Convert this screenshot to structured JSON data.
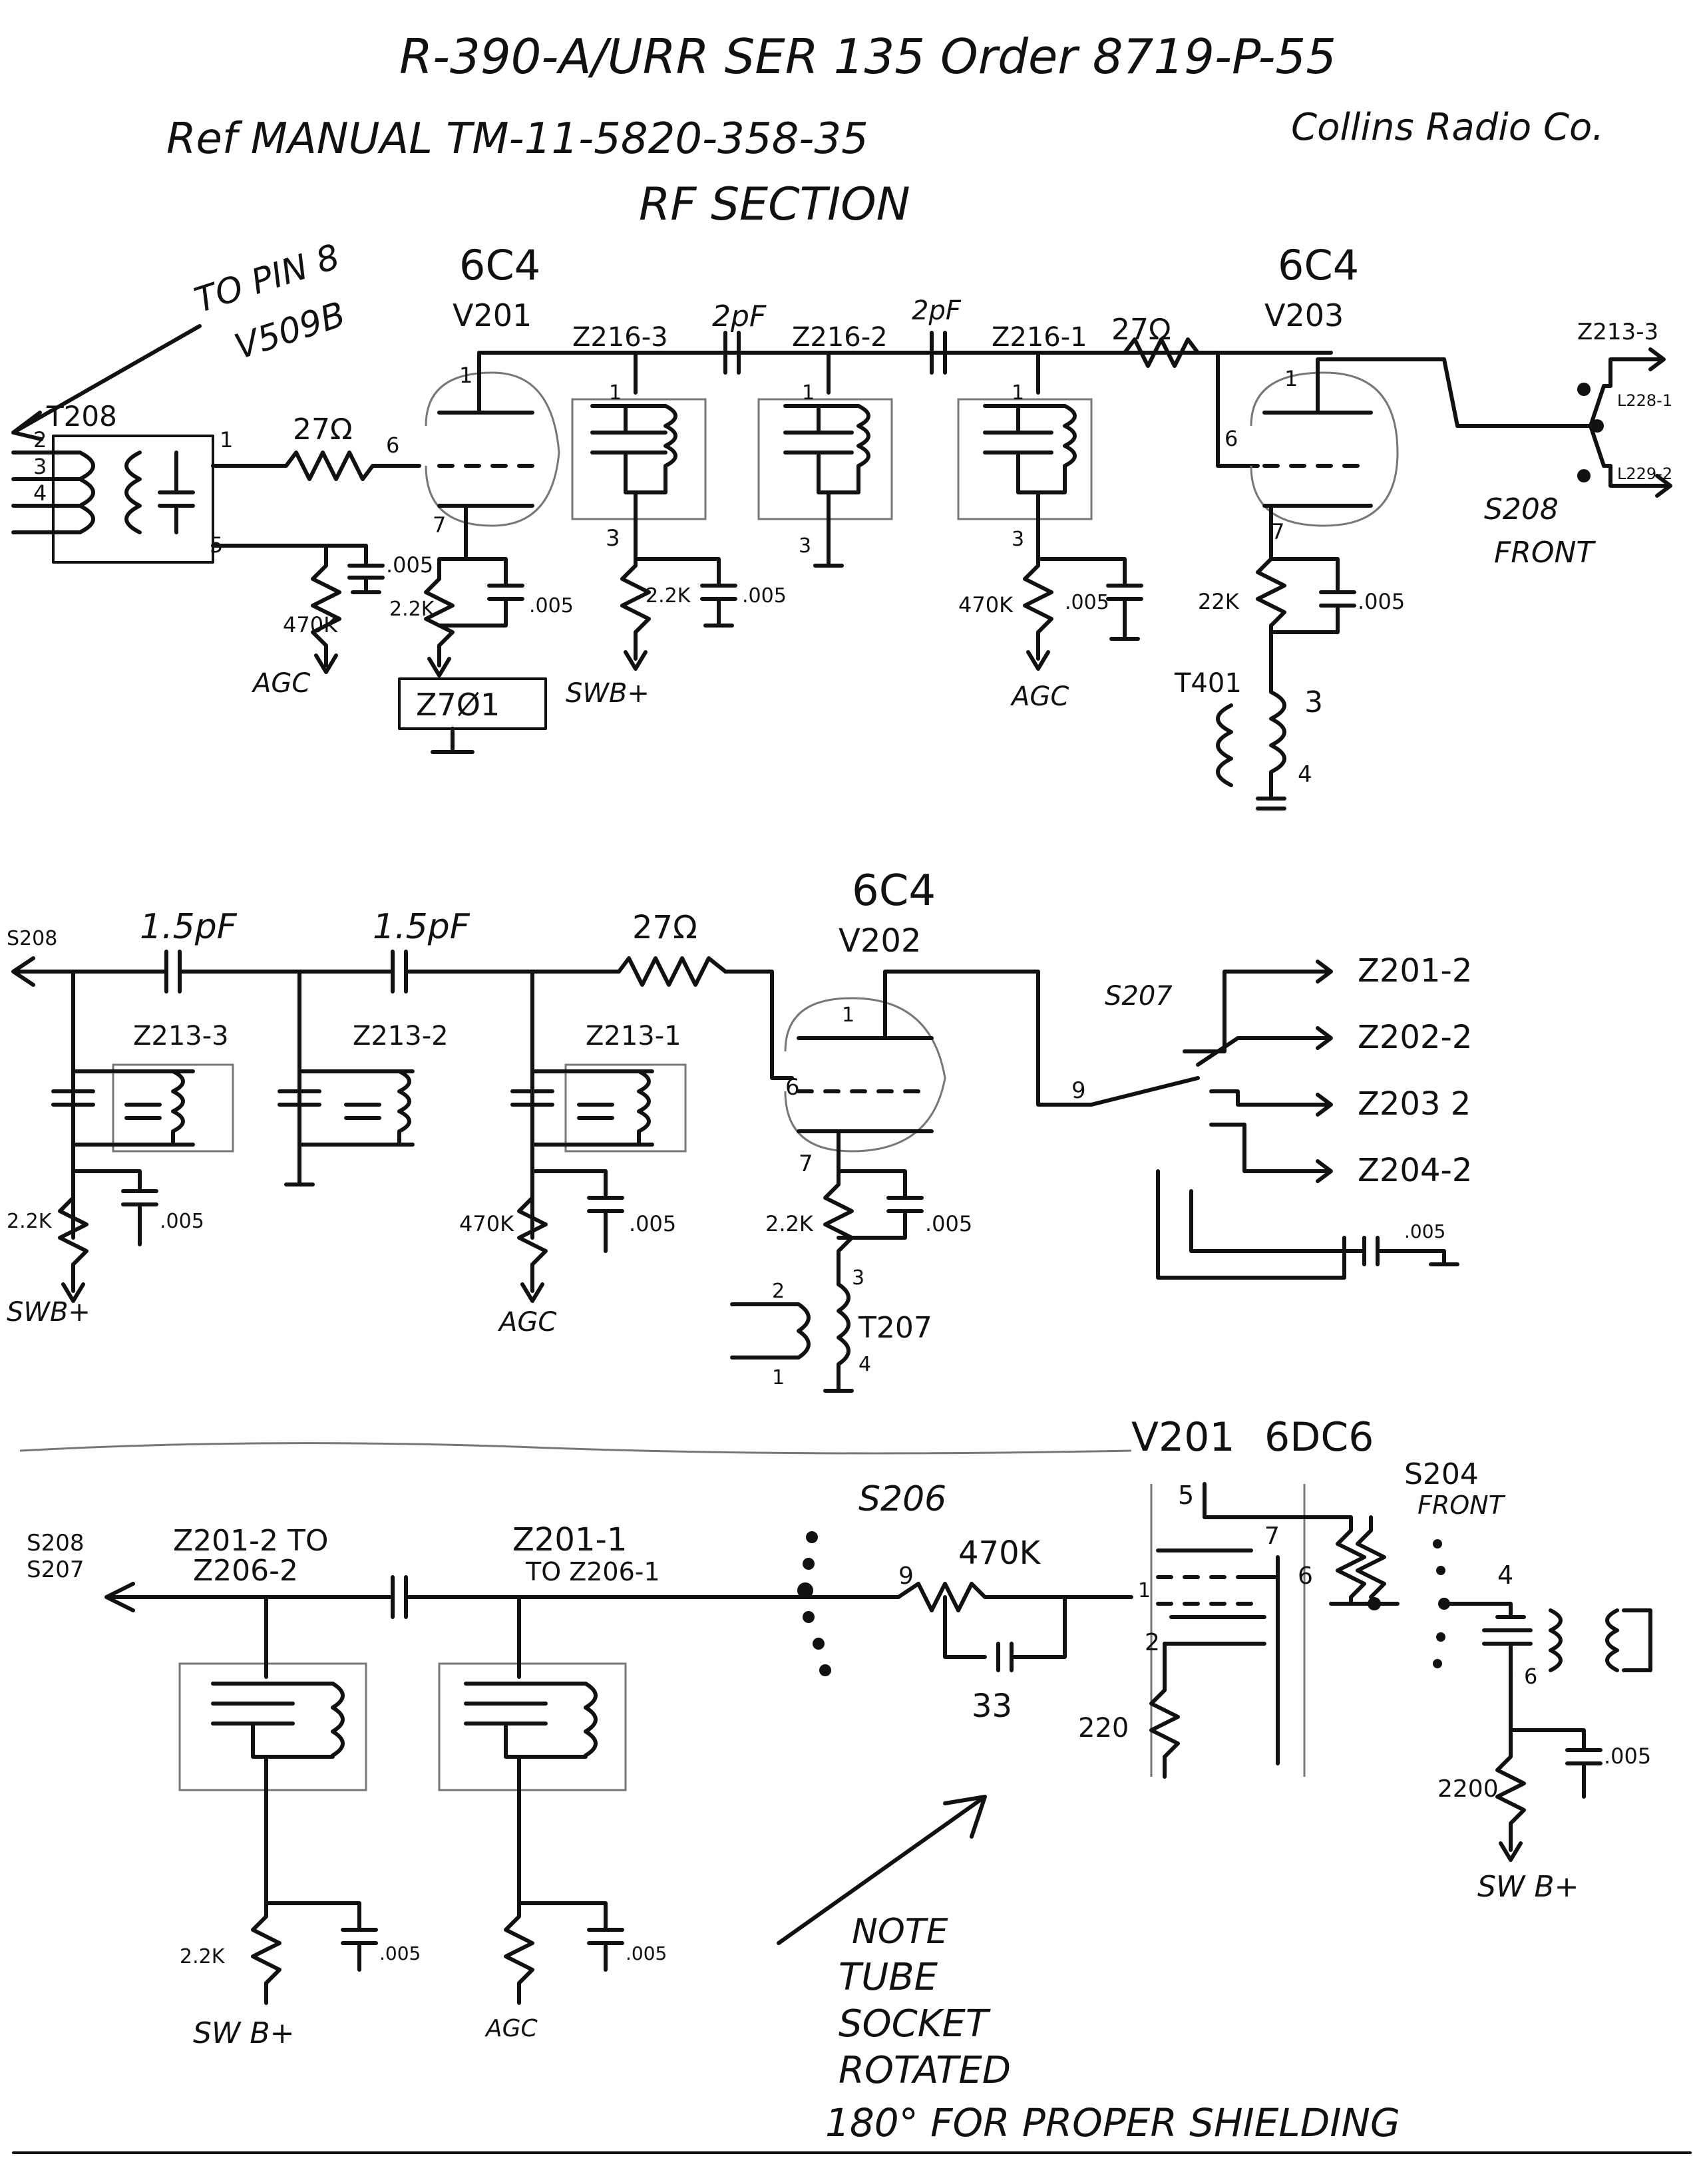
{
  "header": {
    "line1": "R-390-A/URR   SER 135   Order 8719-P-55",
    "line2": "Ref MANUAL  TM-11-5820-358-35",
    "maker": "Collins Radio Co.",
    "line3": "RF SECTION"
  },
  "top": {
    "to_pin": "TO PIN 8",
    "to_pin2": "V509B",
    "t208": "T208",
    "t208_pins": [
      "2",
      "3",
      "4",
      "1",
      "5"
    ],
    "r_in": "27Ω",
    "c_in": ".005",
    "r_agc": "470K",
    "agc1": "AGC",
    "v1_type": "6C4",
    "v1_ref": "V201",
    "v1_pin1": "1",
    "v1_pin6": "6",
    "v1_pin7": "7",
    "v1_rk": "2.2K",
    "v1_ck": ".005",
    "z701": "Z7Ø1",
    "swb1": "SWB+",
    "z216_3": "Z216-3",
    "z216_2": "Z216-2",
    "z216_1": "Z216-1",
    "c_2pf_a": "2pF",
    "c_2pf_b": "2pF",
    "pin1a": "1",
    "pin1b": "1",
    "pin1c": "1",
    "pin3a": "3",
    "pin3b": "3",
    "pin3c": "3",
    "r22k_b": "2.2K",
    "c005_b": ".005",
    "r470_c": "470K",
    "c005_c": ".005",
    "agc2": "AGC",
    "r_27_b": "27Ω",
    "v3_type": "6C4",
    "v3_ref": "V203",
    "v3_pin1": "1",
    "v3_pin6": "6",
    "v3_pin7": "7",
    "v3_rk": "22K",
    "v3_ck": ".005",
    "t401": "T401",
    "t401_p3": "3",
    "t401_p4": "4",
    "z213_3": "Z213-3",
    "l228": "L228-1",
    "l229": "L229-2",
    "s208": "S208",
    "front1": "FRONT"
  },
  "middle": {
    "s208": "S208",
    "c15a": "1.5pF",
    "c15b": "1.5pF",
    "r27": "27Ω",
    "z213_3": "Z213-3",
    "z213_2": "Z213-2",
    "z213_1": "Z213-1",
    "v_type": "6C4",
    "v_ref": "V202",
    "pin1": "1",
    "pin6": "6",
    "pin7": "7",
    "pin9": "9",
    "r22k_a": "2.2K",
    "c005_a": ".005",
    "swb": "SWB+",
    "r470": "470K",
    "c005_b": ".005",
    "agc": "AGC",
    "rk": "2.2K",
    "ck": ".005",
    "t207": "T207",
    "t207_p1": "1",
    "t207_p2": "2",
    "t207_p3": "3",
    "t207_p4": "4",
    "s207": "S207",
    "z201_2": "Z201-2",
    "z202_2": "Z202-2",
    "z203_2": "Z203 2",
    "z204_2": "Z204-2",
    "c005_sw": ".005"
  },
  "bottom": {
    "s208": "S208",
    "s207": "S207",
    "z201_2": "Z201-2 TO",
    "z206_2": "Z206-2",
    "z201_1": "Z201-1",
    "z206_1": "TO Z206-1",
    "s206": "S206",
    "pin9": "9",
    "r470": "470K",
    "c33": "33",
    "v_ref": "V201",
    "v_type": "6DC6",
    "pin5": "5",
    "pin7": "7",
    "pin1": "1",
    "pin6": "6",
    "pin2": "2",
    "r220": "220",
    "s204": "S204",
    "front": "FRONT",
    "pin4": "4",
    "pin6b": "6",
    "r2200": "2200",
    "c005": ".005",
    "swb": "SW B+",
    "r22k_l": "2.2K",
    "c005_l": ".005",
    "swb_l": "SW B+",
    "agc_l": "AGC",
    "c005_r": ".005",
    "note1": "NOTE",
    "note2": "TUBE",
    "note3": "SOCKET",
    "note4": "ROTATED",
    "note5": "180° FOR PROPER SHIELDING"
  }
}
